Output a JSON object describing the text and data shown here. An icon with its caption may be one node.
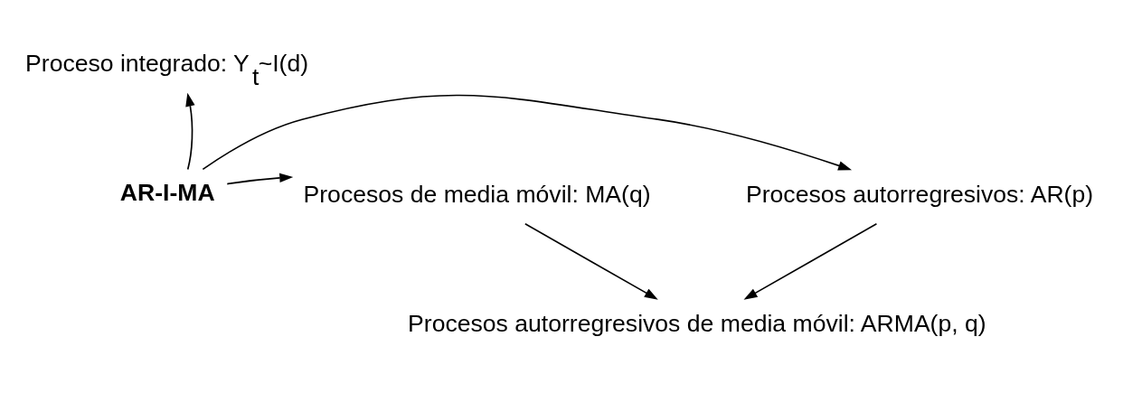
{
  "diagram": {
    "nodes": [
      {
        "text": [
          "Proceso integrado: Y$_{t}$~I(d)"
        ]
      },
      {
        "text": [
          "AR-I-MA"
        ]
      },
      {
        "text": [
          "Procesos autorregresivos: AR(p)"
        ]
      },
      {
        "text": [
          "Procesos de media móvil: MA(q)"
        ]
      },
      {
        "text": [
          "Procesos autorregresivos de media móvil: ARMA(p, q)"
        ]
      }
    ],
    "edges": [
      {
        "from": 1,
        "to": 0,
        "arrow": "to"
      },
      {
        "from": 1,
        "to": 2,
        "arrow": "to"
      },
      {
        "from": 1,
        "to": 3,
        "arrow": "to"
      },
      {
        "from": 2,
        "to": 4,
        "arrow": "to"
      },
      {
        "from": 3,
        "to": 4,
        "arrow": "to"
      }
    ]
  }
}
